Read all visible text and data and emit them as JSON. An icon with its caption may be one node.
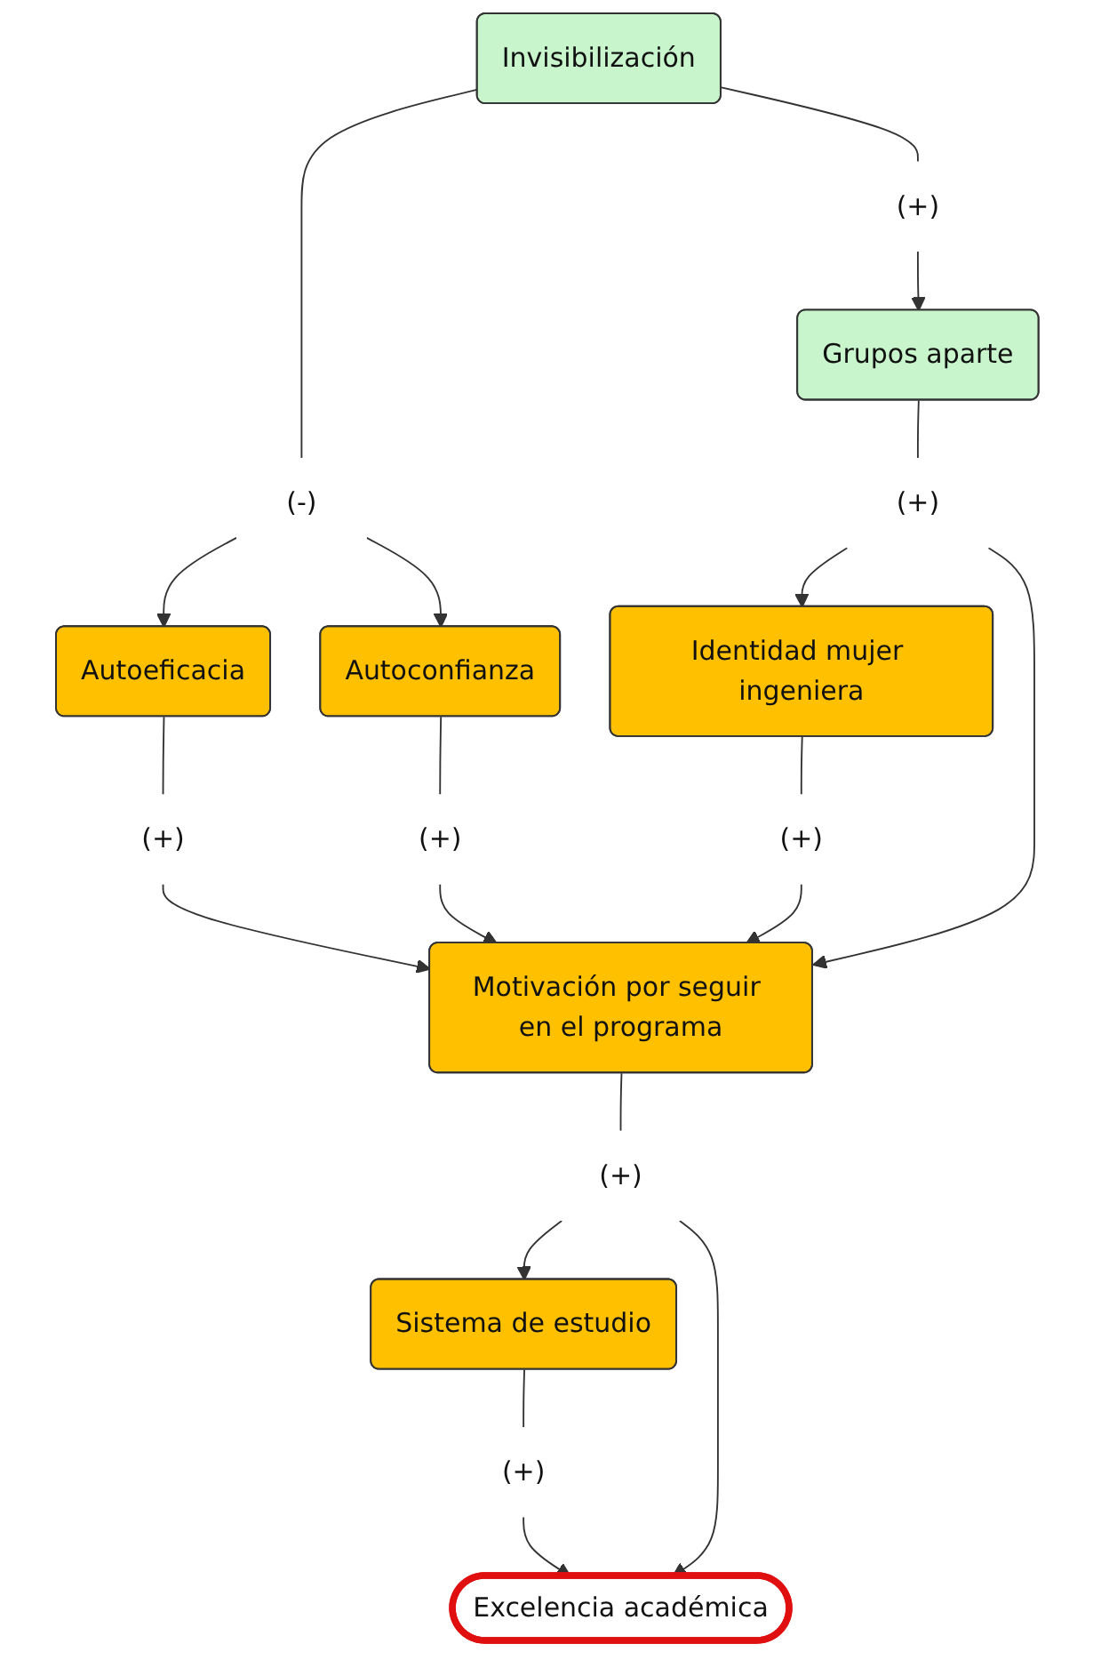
{
  "diagram": {
    "nodes": [
      {
        "text": [
          "Invisibilización"
        ]
      },
      {
        "text": [
          "(-)"
        ]
      },
      {
        "text": [
          "(+)"
        ]
      },
      {
        "text": [
          "Grupos aparte"
        ]
      },
      {
        "text": [
          "(+)"
        ]
      },
      {
        "text": [
          "Autoeficacia"
        ]
      },
      {
        "text": [
          "Autoconfianza"
        ]
      },
      {
        "text": [
          "Identidad mujer ingeniera"
        ]
      },
      {
        "text": [
          "(+)"
        ]
      },
      {
        "text": [
          "(+)"
        ]
      },
      {
        "text": [
          "(+)"
        ]
      },
      {
        "text": [
          "Motivación por seguir en el programa"
        ]
      },
      {
        "text": [
          "(+)"
        ]
      },
      {
        "text": [
          "Sistema de estudio"
        ]
      },
      {
        "text": [
          "(+)"
        ]
      },
      {
        "text": [
          "Excelencia académica"
        ]
      }
    ],
    "edges": [
      {
        "from": 0,
        "to": 1,
        "arrow": "none"
      },
      {
        "from": 0,
        "to": 2,
        "arrow": "none"
      },
      {
        "from": 2,
        "to": 3,
        "arrow": "to"
      },
      {
        "from": 3,
        "to": 4,
        "arrow": "none"
      },
      {
        "from": 1,
        "to": 5,
        "arrow": "to"
      },
      {
        "from": 1,
        "to": 6,
        "arrow": "to"
      },
      {
        "from": 4,
        "to": 7,
        "arrow": "to"
      },
      {
        "from": 4,
        "to": 11,
        "arrow": "to"
      },
      {
        "from": 5,
        "to": 8,
        "arrow": "none"
      },
      {
        "from": 6,
        "to": 9,
        "arrow": "none"
      },
      {
        "from": 7,
        "to": 10,
        "arrow": "none"
      },
      {
        "from": 8,
        "to": 11,
        "arrow": "to"
      },
      {
        "from": 9,
        "to": 11,
        "arrow": "to"
      },
      {
        "from": 10,
        "to": 11,
        "arrow": "to"
      },
      {
        "from": 11,
        "to": 12,
        "arrow": "none"
      },
      {
        "from": 12,
        "to": 13,
        "arrow": "to"
      },
      {
        "from": 12,
        "to": 15,
        "arrow": "to"
      },
      {
        "from": 13,
        "to": 14,
        "arrow": "none"
      },
      {
        "from": 14,
        "to": 15,
        "arrow": "to"
      }
    ]
  }
}
